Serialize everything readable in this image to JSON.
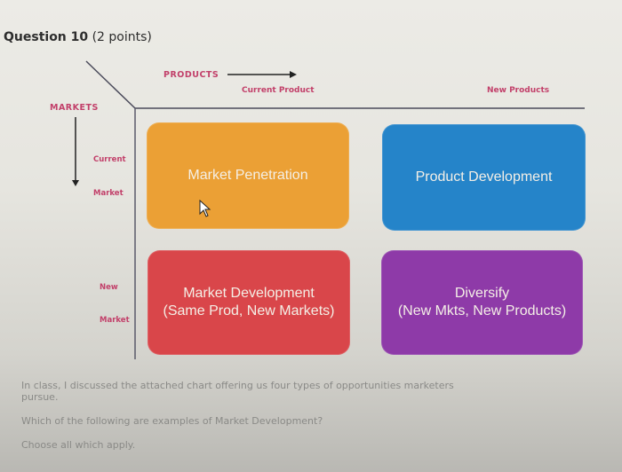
{
  "question": {
    "title": "Question 10",
    "points": "(2 points)"
  },
  "diagram": {
    "products_axis_label": "PRODUCTS",
    "markets_axis_label": "MARKETS",
    "columns": [
      "Current Product",
      "New Products"
    ],
    "rows": [
      {
        "line1": "Current",
        "line2": "Market"
      },
      {
        "line1": "New",
        "line2": "Market"
      }
    ],
    "quadrants": {
      "market_penetration": {
        "line1": "Market Penetration",
        "line2": "",
        "color": "#eba035"
      },
      "product_development": {
        "line1": "Product Development",
        "line2": "",
        "color": "#2584c9"
      },
      "market_development": {
        "line1": "Market Development",
        "line2": "(Same Prod, New Markets)",
        "color": "#d9464a"
      },
      "diversify": {
        "line1": "Diversify",
        "line2": "(New Mkts, New Products)",
        "color": "#8e3aa8"
      }
    },
    "label_color": "#c2406a"
  },
  "body": {
    "paragraph1": "In class, I discussed the attached chart offering us four types of opportunities marketers pursue.",
    "paragraph2": "Which of the following are examples of Market Development?",
    "paragraph3": "Choose all which apply."
  }
}
